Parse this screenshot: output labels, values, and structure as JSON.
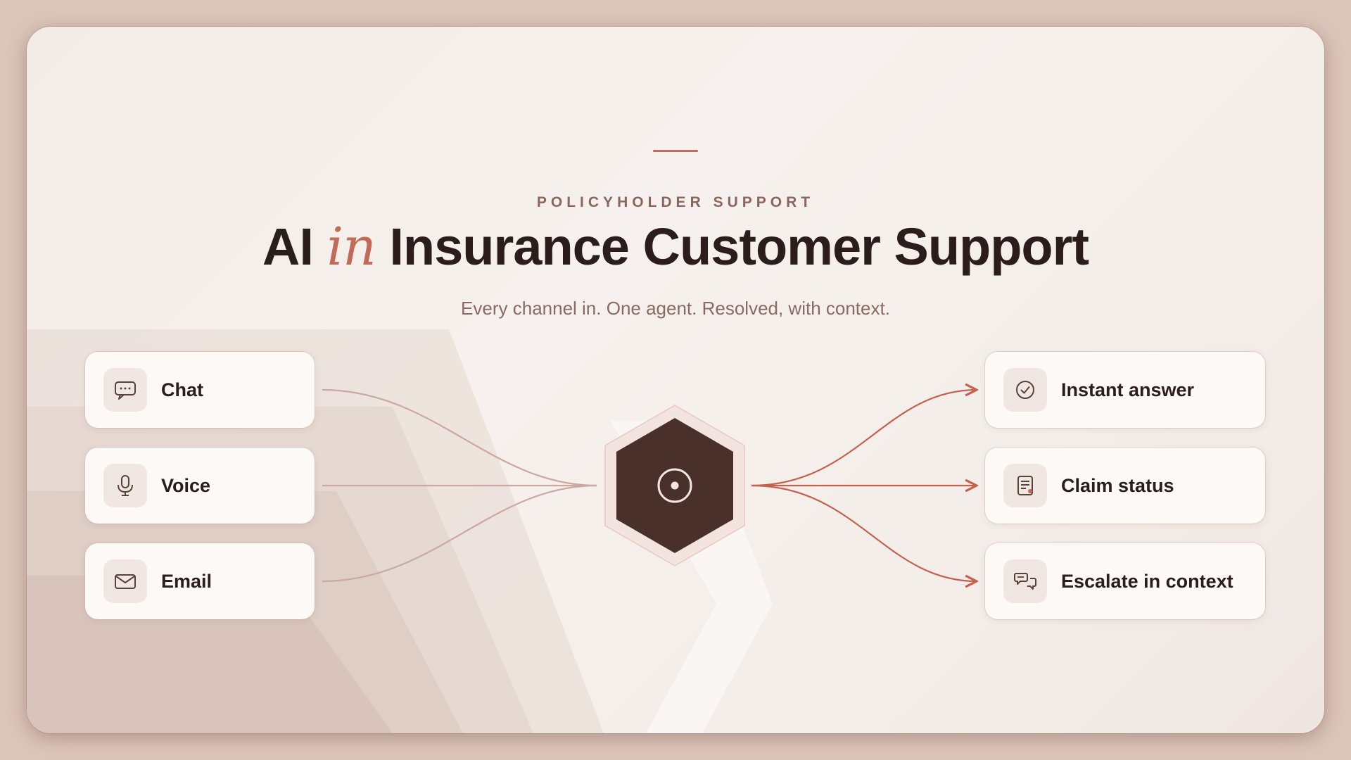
{
  "header": {
    "kicker": "POLICYHOLDER SUPPORT",
    "title_prefix": "AI ",
    "title_emphasis": "in",
    "title_suffix": " Insurance Customer Support",
    "subtitle": "Every channel in. One agent. Resolved, with context."
  },
  "inputs": [
    {
      "label": "Chat",
      "icon": "chat-bubble-icon"
    },
    {
      "label": "Voice",
      "icon": "microphone-icon"
    },
    {
      "label": "Email",
      "icon": "envelope-icon"
    }
  ],
  "hub": {
    "icon": "target-icon"
  },
  "outputs": [
    {
      "label": "Instant answer",
      "icon": "check-circle-icon"
    },
    {
      "label": "Claim status",
      "icon": "document-list-icon"
    },
    {
      "label": "Escalate in context",
      "icon": "conversation-icon"
    }
  ],
  "colors": {
    "accent": "#c26a58",
    "hub_fill": "#4a302b",
    "input_wire": "#c9a9a1",
    "output_wire": "#c4614f",
    "text_dark": "#2a1d1b"
  }
}
